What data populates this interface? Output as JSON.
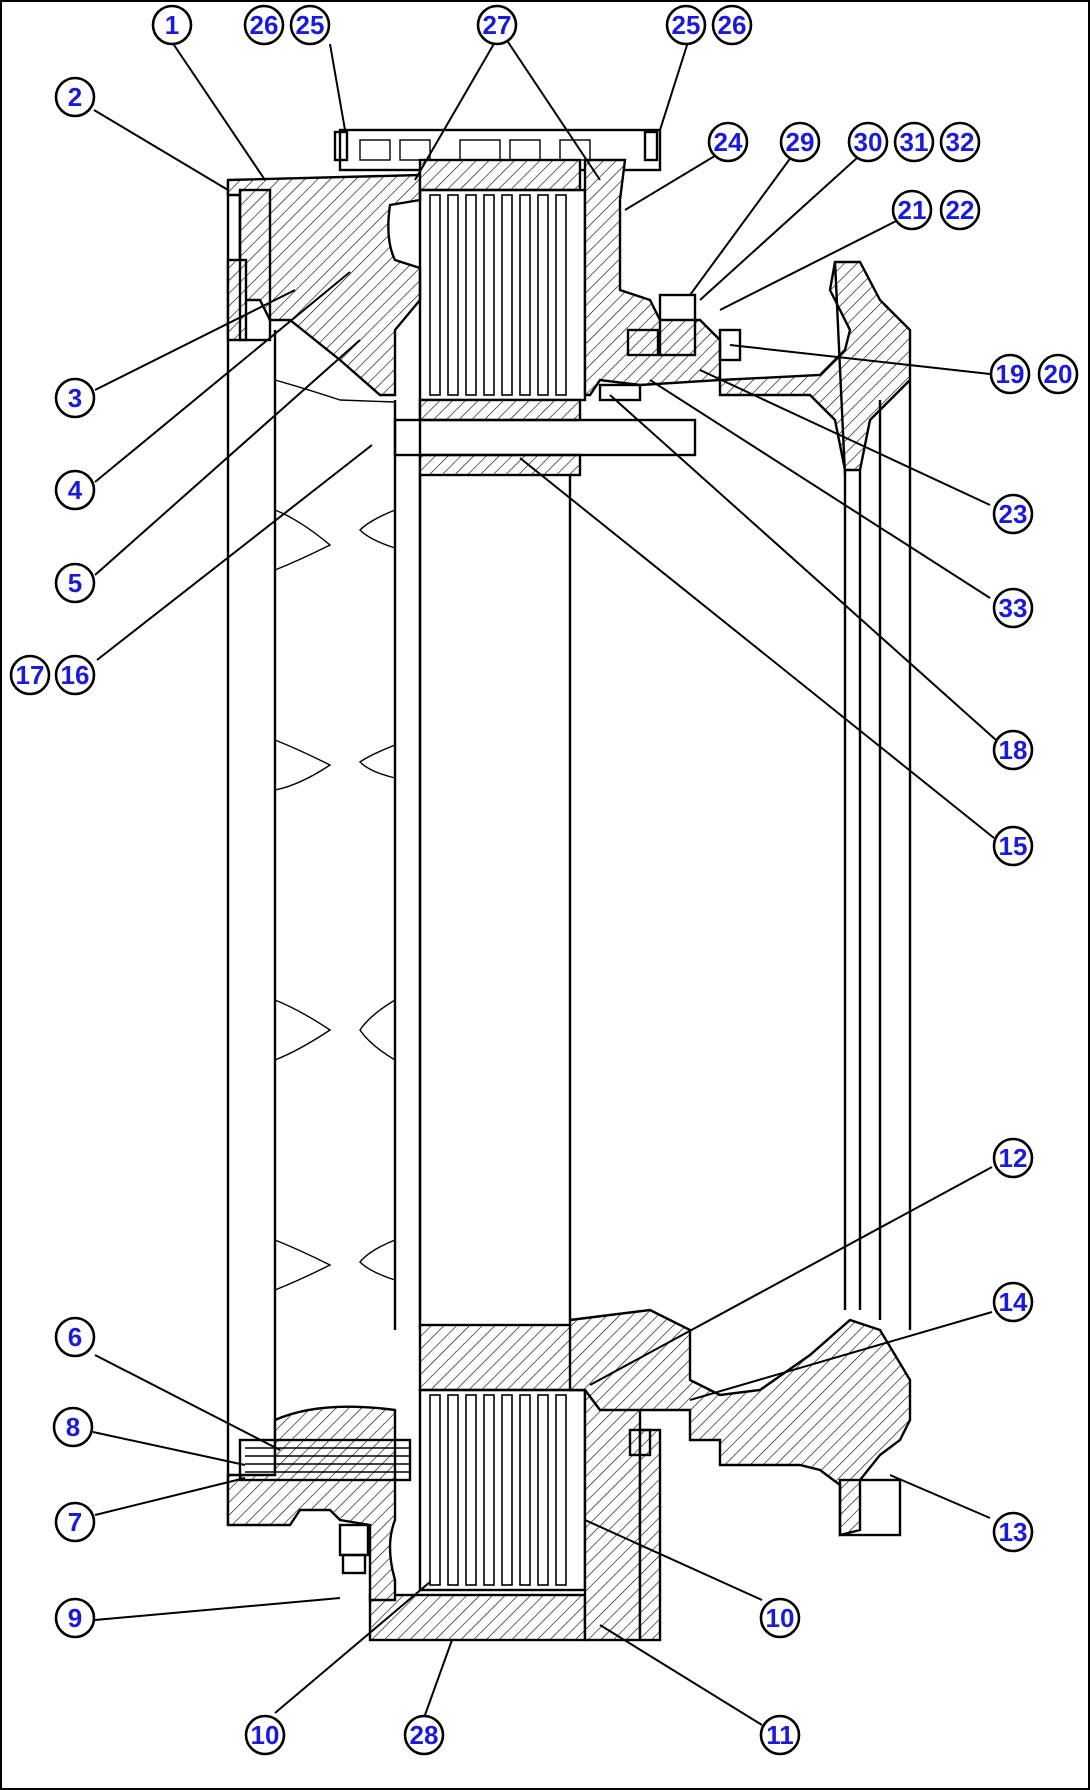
{
  "callouts": [
    {
      "id": "c1",
      "label": "1"
    },
    {
      "id": "c2",
      "label": "2"
    },
    {
      "id": "c3",
      "label": "3"
    },
    {
      "id": "c4",
      "label": "4"
    },
    {
      "id": "c5",
      "label": "5"
    },
    {
      "id": "c6",
      "label": "6"
    },
    {
      "id": "c7",
      "label": "7"
    },
    {
      "id": "c8",
      "label": "8"
    },
    {
      "id": "c9",
      "label": "9"
    },
    {
      "id": "c10a",
      "label": "10"
    },
    {
      "id": "c10b",
      "label": "10"
    },
    {
      "id": "c11",
      "label": "11"
    },
    {
      "id": "c12",
      "label": "12"
    },
    {
      "id": "c13",
      "label": "13"
    },
    {
      "id": "c14",
      "label": "14"
    },
    {
      "id": "c15",
      "label": "15"
    },
    {
      "id": "c16",
      "label": "16"
    },
    {
      "id": "c17",
      "label": "17"
    },
    {
      "id": "c18",
      "label": "18"
    },
    {
      "id": "c19",
      "label": "19"
    },
    {
      "id": "c20",
      "label": "20"
    },
    {
      "id": "c21",
      "label": "21"
    },
    {
      "id": "c22",
      "label": "22"
    },
    {
      "id": "c23",
      "label": "23"
    },
    {
      "id": "c24",
      "label": "24"
    },
    {
      "id": "c25a",
      "label": "25"
    },
    {
      "id": "c25b",
      "label": "25"
    },
    {
      "id": "c26a",
      "label": "26"
    },
    {
      "id": "c26b",
      "label": "26"
    },
    {
      "id": "c27",
      "label": "27"
    },
    {
      "id": "c28",
      "label": "28"
    },
    {
      "id": "c29",
      "label": "29"
    },
    {
      "id": "c30",
      "label": "30"
    },
    {
      "id": "c31",
      "label": "31"
    },
    {
      "id": "c32",
      "label": "32"
    },
    {
      "id": "c33",
      "label": "33"
    }
  ],
  "colors": {
    "label": "#1a1adb",
    "line": "#000000",
    "background": "#ffffff"
  }
}
